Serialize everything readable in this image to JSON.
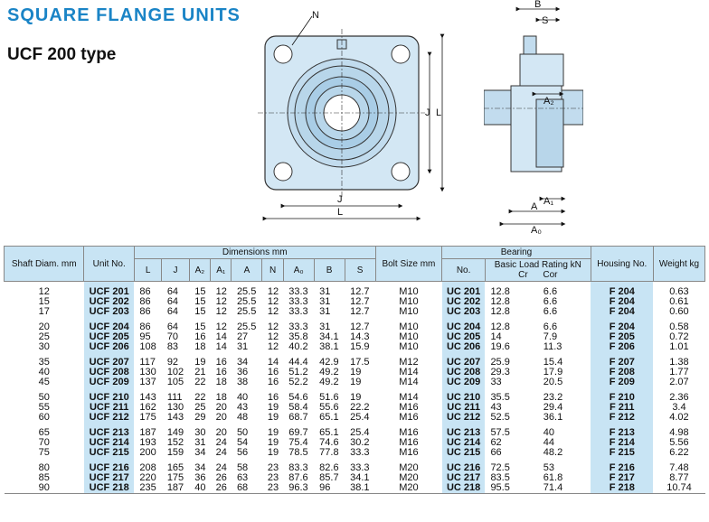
{
  "header": {
    "title": "SQUARE FLANGE UNITS",
    "subtitle": "UCF 200 type"
  },
  "drawing": {
    "front_labels": {
      "n": "N",
      "j_vert": "J",
      "l_vert": "L",
      "j_horiz": "J",
      "l_horiz": "L"
    },
    "side_labels": {
      "b": "B",
      "s": "S",
      "a2": "A₂",
      "a1": "A₁",
      "a": "A",
      "a0": "A₀"
    }
  },
  "table": {
    "headers": {
      "shaft": "Shaft Diam. mm",
      "unit_no": "Unit  No.",
      "dimensions": "Dimensions      mm",
      "dim_cols": [
        "L",
        "J",
        "A₂",
        "A₁",
        "A",
        "N",
        "A₀",
        "B",
        "S"
      ],
      "bolt": "Bolt Size mm",
      "bearing": "Bearing",
      "bearing_no": "No.",
      "basic_load": "Basic Load Rating  kN",
      "cr": "Cr",
      "cor": "Cor",
      "housing": "Housing No.",
      "weight": "Weight kg"
    },
    "groups": [
      [
        {
          "shaft": "12",
          "unit": "UCF 201",
          "L": "86",
          "J": "64",
          "A2": "15",
          "A1": "12",
          "A": "25.5",
          "N": "12",
          "A0": "33.3",
          "B": "31",
          "S": "12.7",
          "bolt": "M10",
          "bearing": "UC 201",
          "cr": "12.8",
          "cor": "6.6",
          "housing": "F 204",
          "weight": "0.63"
        },
        {
          "shaft": "15",
          "unit": "UCF 202",
          "L": "86",
          "J": "64",
          "A2": "15",
          "A1": "12",
          "A": "25.5",
          "N": "12",
          "A0": "33.3",
          "B": "31",
          "S": "12.7",
          "bolt": "M10",
          "bearing": "UC 202",
          "cr": "12.8",
          "cor": "6.6",
          "housing": "F 204",
          "weight": "0.61"
        },
        {
          "shaft": "17",
          "unit": "UCF 203",
          "L": "86",
          "J": "64",
          "A2": "15",
          "A1": "12",
          "A": "25.5",
          "N": "12",
          "A0": "33.3",
          "B": "31",
          "S": "12.7",
          "bolt": "M10",
          "bearing": "UC 203",
          "cr": "12.8",
          "cor": "6.6",
          "housing": "F 204",
          "weight": "0.60"
        }
      ],
      [
        {
          "shaft": "20",
          "unit": "UCF 204",
          "L": "86",
          "J": "64",
          "A2": "15",
          "A1": "12",
          "A": "25.5",
          "N": "12",
          "A0": "33.3",
          "B": "31",
          "S": "12.7",
          "bolt": "M10",
          "bearing": "UC 204",
          "cr": "12.8",
          "cor": "6.6",
          "housing": "F 204",
          "weight": "0.58"
        },
        {
          "shaft": "25",
          "unit": "UCF 205",
          "L": "95",
          "J": "70",
          "A2": "16",
          "A1": "14",
          "A": "27",
          "N": "12",
          "A0": "35.8",
          "B": "34.1",
          "S": "14.3",
          "bolt": "M10",
          "bearing": "UC 205",
          "cr": "14",
          "cor": "7.9",
          "housing": "F 205",
          "weight": "0.72"
        },
        {
          "shaft": "30",
          "unit": "UCF 206",
          "L": "108",
          "J": "83",
          "A2": "18",
          "A1": "14",
          "A": "31",
          "N": "12",
          "A0": "40.2",
          "B": "38.1",
          "S": "15.9",
          "bolt": "M10",
          "bearing": "UC 206",
          "cr": "19.6",
          "cor": "11.3",
          "housing": "F 206",
          "weight": "1.01"
        }
      ],
      [
        {
          "shaft": "35",
          "unit": "UCF 207",
          "L": "117",
          "J": "92",
          "A2": "19",
          "A1": "16",
          "A": "34",
          "N": "14",
          "A0": "44.4",
          "B": "42.9",
          "S": "17.5",
          "bolt": "M12",
          "bearing": "UC 207",
          "cr": "25.9",
          "cor": "15.4",
          "housing": "F 207",
          "weight": "1.38"
        },
        {
          "shaft": "40",
          "unit": "UCF 208",
          "L": "130",
          "J": "102",
          "A2": "21",
          "A1": "16",
          "A": "36",
          "N": "16",
          "A0": "51.2",
          "B": "49.2",
          "S": "19",
          "bolt": "M14",
          "bearing": "UC 208",
          "cr": "29.3",
          "cor": "17.9",
          "housing": "F 208",
          "weight": "1.77"
        },
        {
          "shaft": "45",
          "unit": "UCF 209",
          "L": "137",
          "J": "105",
          "A2": "22",
          "A1": "18",
          "A": "38",
          "N": "16",
          "A0": "52.2",
          "B": "49.2",
          "S": "19",
          "bolt": "M14",
          "bearing": "UC 209",
          "cr": "33",
          "cor": "20.5",
          "housing": "F 209",
          "weight": "2.07"
        }
      ],
      [
        {
          "shaft": "50",
          "unit": "UCF 210",
          "L": "143",
          "J": "111",
          "A2": "22",
          "A1": "18",
          "A": "40",
          "N": "16",
          "A0": "54.6",
          "B": "51.6",
          "S": "19",
          "bolt": "M14",
          "bearing": "UC 210",
          "cr": "35.5",
          "cor": "23.2",
          "housing": "F 210",
          "weight": "2.36"
        },
        {
          "shaft": "55",
          "unit": "UCF 211",
          "L": "162",
          "J": "130",
          "A2": "25",
          "A1": "20",
          "A": "43",
          "N": "19",
          "A0": "58.4",
          "B": "55.6",
          "S": "22.2",
          "bolt": "M16",
          "bearing": "UC 211",
          "cr": "43",
          "cor": "29.4",
          "housing": "F 211",
          "weight": "3.4"
        },
        {
          "shaft": "60",
          "unit": "UCF 212",
          "L": "175",
          "J": "143",
          "A2": "29",
          "A1": "20",
          "A": "48",
          "N": "19",
          "A0": "68.7",
          "B": "65.1",
          "S": "25.4",
          "bolt": "M16",
          "bearing": "UC 212",
          "cr": "52.5",
          "cor": "36.1",
          "housing": "F 212",
          "weight": "4.02"
        }
      ],
      [
        {
          "shaft": "65",
          "unit": "UCF 213",
          "L": "187",
          "J": "149",
          "A2": "30",
          "A1": "20",
          "A": "50",
          "N": "19",
          "A0": "69.7",
          "B": "65.1",
          "S": "25.4",
          "bolt": "M16",
          "bearing": "UC 213",
          "cr": "57.5",
          "cor": "40",
          "housing": "F 213",
          "weight": "4.98"
        },
        {
          "shaft": "70",
          "unit": "UCF 214",
          "L": "193",
          "J": "152",
          "A2": "31",
          "A1": "24",
          "A": "54",
          "N": "19",
          "A0": "75.4",
          "B": "74.6",
          "S": "30.2",
          "bolt": "M16",
          "bearing": "UC 214",
          "cr": "62",
          "cor": "44",
          "housing": "F 214",
          "weight": "5.56"
        },
        {
          "shaft": "75",
          "unit": "UCF 215",
          "L": "200",
          "J": "159",
          "A2": "34",
          "A1": "24",
          "A": "56",
          "N": "19",
          "A0": "78.5",
          "B": "77.8",
          "S": "33.3",
          "bolt": "M16",
          "bearing": "UC 215",
          "cr": "66",
          "cor": "48.2",
          "housing": "F 215",
          "weight": "6.22"
        }
      ],
      [
        {
          "shaft": "80",
          "unit": "UCF 216",
          "L": "208",
          "J": "165",
          "A2": "34",
          "A1": "24",
          "A": "58",
          "N": "23",
          "A0": "83.3",
          "B": "82.6",
          "S": "33.3",
          "bolt": "M20",
          "bearing": "UC 216",
          "cr": "72.5",
          "cor": "53",
          "housing": "F 216",
          "weight": "7.48"
        },
        {
          "shaft": "85",
          "unit": "UCF 217",
          "L": "220",
          "J": "175",
          "A2": "36",
          "A1": "26",
          "A": "63",
          "N": "23",
          "A0": "87.6",
          "B": "85.7",
          "S": "34.1",
          "bolt": "M20",
          "bearing": "UC 217",
          "cr": "83.5",
          "cor": "61.8",
          "housing": "F 217",
          "weight": "8.77"
        },
        {
          "shaft": "90",
          "unit": "UCF 218",
          "L": "235",
          "J": "187",
          "A2": "40",
          "A1": "26",
          "A": "68",
          "N": "23",
          "A0": "96.3",
          "B": "96",
          "S": "38.1",
          "bolt": "M20",
          "bearing": "UC 218",
          "cr": "95.5",
          "cor": "71.4",
          "housing": "F 218",
          "weight": "10.74"
        }
      ]
    ]
  }
}
